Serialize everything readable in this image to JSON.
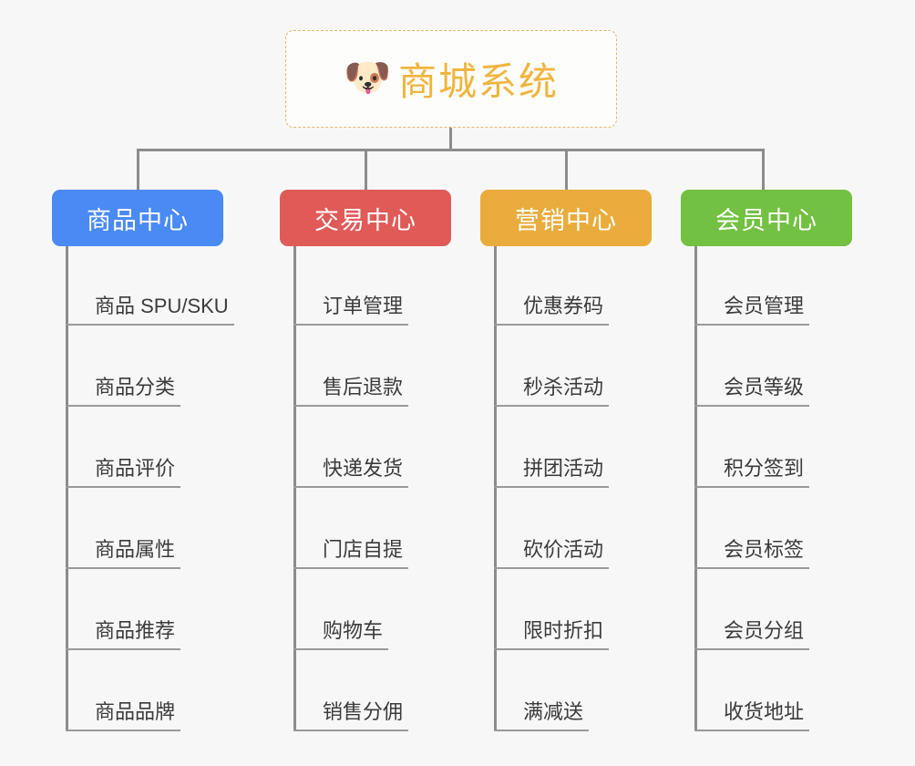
{
  "diagram": {
    "type": "tree",
    "title": "商城系统",
    "root": {
      "label": "商城系统",
      "icon": "shiba-dog-emoji",
      "emoji": "🐶",
      "border_color": "#e8b765",
      "text_color": "#f0b53f",
      "background": "#fdfdfc"
    },
    "background_color": "#f7f7f7",
    "connector_color": "#8c8c8c",
    "leaf_text_color": "#3b3b3b",
    "leaf_rule_color": "#9a9a9a",
    "branches": [
      {
        "label": "商品中心",
        "color": "#4a8af4",
        "items": [
          "商品 SPU/SKU",
          "商品分类",
          "商品评价",
          "商品属性",
          "商品推荐",
          "商品品牌"
        ]
      },
      {
        "label": "交易中心",
        "color": "#e05a58",
        "items": [
          "订单管理",
          "售后退款",
          "快递发货",
          "门店自提",
          "购物车",
          "销售分佣"
        ]
      },
      {
        "label": "营销中心",
        "color": "#e9ac3c",
        "items": [
          "优惠券码",
          "秒杀活动",
          "拼团活动",
          "砍价活动",
          "限时折扣",
          "满减送"
        ]
      },
      {
        "label": "会员中心",
        "color": "#72c142",
        "items": [
          "会员管理",
          "会员等级",
          "积分签到",
          "会员标签",
          "会员分组",
          "收货地址"
        ]
      }
    ]
  }
}
